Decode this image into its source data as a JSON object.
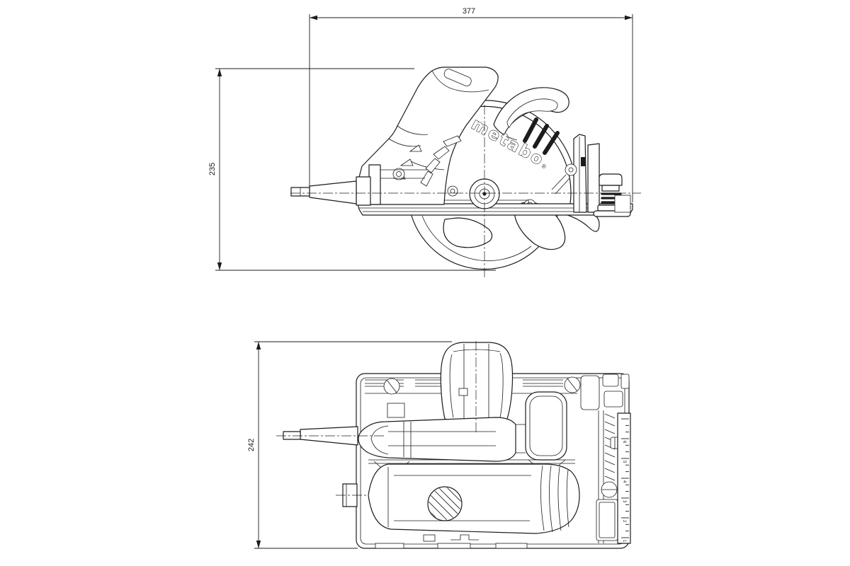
{
  "canvas": {
    "background": "#ffffff",
    "ink": "#1c1c1c"
  },
  "side_view": {
    "length_dim": "377",
    "height_dim": "235",
    "logo": "metabo",
    "registered_mark": "®"
  },
  "bottom_view": {
    "width_dim": "242",
    "depth_scale_labels": [
      "6",
      "5",
      "4",
      "3",
      "2",
      "1"
    ]
  }
}
